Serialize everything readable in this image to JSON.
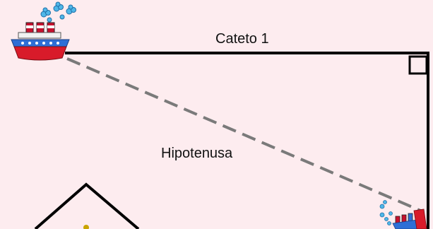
{
  "diagram": {
    "cateto_label": "Cateto 1",
    "hipotenusa_label": "Hipotenusa"
  },
  "colors": {
    "background": "#fdecef",
    "line": "#000000",
    "dashed_line": "#7a7a7a"
  },
  "icons": [
    "ship-icon-large",
    "ship-icon-small",
    "house-roof-icon",
    "right-angle-marker"
  ]
}
